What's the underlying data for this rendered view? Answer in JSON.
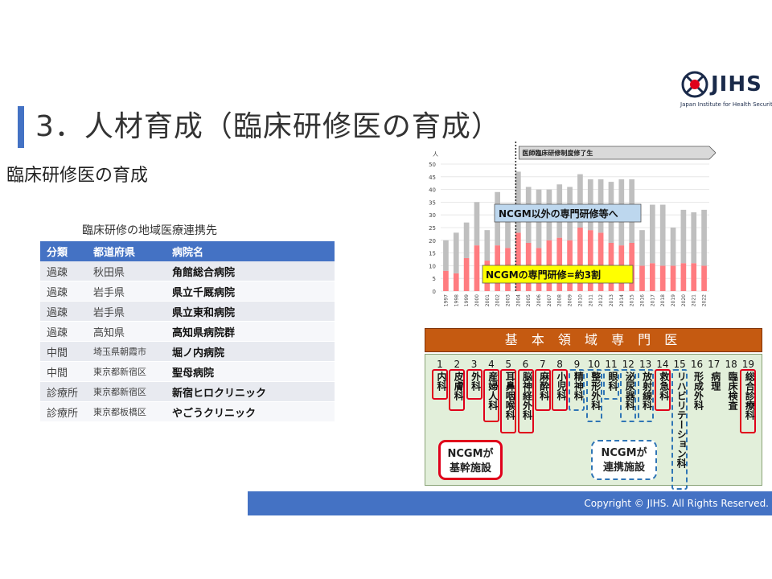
{
  "logo": {
    "name": "JIHS",
    "subtitle": "Japan Institute for Health Security"
  },
  "header": {
    "title": "3．人材育成（臨床研修医の育成）",
    "subtitle": "臨床研修医の育成"
  },
  "table": {
    "caption": "臨床研修の地域医療連携先",
    "columns": [
      "分類",
      "都道府県",
      "病院名"
    ],
    "rows": [
      [
        "過疎",
        "秋田県",
        "角館総合病院"
      ],
      [
        "過疎",
        "岩手県",
        "県立千厩病院"
      ],
      [
        "過疎",
        "岩手県",
        "県立東和病院"
      ],
      [
        "過疎",
        "高知県",
        "高知県病院群"
      ],
      [
        "中間",
        "埼玉県朝霞市",
        "堀ノ内病院"
      ],
      [
        "中間",
        "東京都新宿区",
        "聖母病院"
      ],
      [
        "診療所",
        "東京都新宿区",
        "新宿ヒロクリニック"
      ],
      [
        "診療所",
        "東京都板橋区",
        "やごうクリニック"
      ]
    ]
  },
  "chart_data": {
    "type": "bar",
    "ylabel": "人",
    "ylim": [
      0,
      50
    ],
    "yticks": [
      0,
      5,
      10,
      15,
      20,
      25,
      30,
      35,
      40,
      45,
      50
    ],
    "categories": [
      "1997",
      "1998",
      "1999",
      "2000",
      "2001",
      "2002",
      "2003",
      "2004",
      "2005",
      "2006",
      "2007",
      "2008",
      "2009",
      "2010",
      "2011",
      "2012",
      "2013",
      "2014",
      "2015",
      "2016",
      "2017",
      "2018",
      "2019",
      "2020",
      "2021",
      "2022"
    ],
    "series": [
      {
        "name": "NCGMの専門研修",
        "color": "#ff7c80",
        "values": [
          8,
          7,
          13,
          18,
          12,
          18,
          17,
          23,
          19,
          17,
          20,
          21,
          20,
          25,
          24,
          23,
          19,
          18,
          19,
          10,
          11,
          10,
          10,
          11,
          11,
          10
        ]
      },
      {
        "name": "NCGM以外の専門研修等",
        "color": "#bfbfbf",
        "values": [
          12,
          16,
          14,
          17,
          12,
          21,
          17,
          24,
          22,
          23,
          20,
          21,
          21,
          21,
          20,
          21,
          24,
          26,
          25,
          14,
          23,
          24,
          15,
          21,
          20,
          22
        ]
      }
    ],
    "annotations": [
      "医師臨床研修制度修了生",
      "NCGM以外の専門研修等へ",
      "NCGMの専門研修=約3割"
    ],
    "grid": true
  },
  "specialties": {
    "title": "基 本 領 域 専 門 医",
    "items": [
      {
        "num": "1",
        "name": "内科",
        "type": "core"
      },
      {
        "num": "2",
        "name": "皮膚科",
        "type": "core"
      },
      {
        "num": "3",
        "name": "外科",
        "type": "core"
      },
      {
        "num": "4",
        "name": "産婦人科",
        "type": "core"
      },
      {
        "num": "5",
        "name": "耳鼻咽喉科",
        "type": "core"
      },
      {
        "num": "6",
        "name": "脳神経外科",
        "type": "core"
      },
      {
        "num": "7",
        "name": "麻酔科",
        "type": "core"
      },
      {
        "num": "8",
        "name": "小児科",
        "type": "core"
      },
      {
        "num": "9",
        "name": "精神科",
        "type": "partner"
      },
      {
        "num": "10",
        "name": "整形外科",
        "type": "partner"
      },
      {
        "num": "11",
        "name": "眼科",
        "type": "partner"
      },
      {
        "num": "12",
        "name": "泌尿器科",
        "type": "partner"
      },
      {
        "num": "13",
        "name": "放射線科",
        "type": "partner"
      },
      {
        "num": "14",
        "name": "救急科",
        "type": "core"
      },
      {
        "num": "15",
        "name": "リハビリテーション科",
        "type": "partner"
      },
      {
        "num": "16",
        "name": "形成外科",
        "type": "none"
      },
      {
        "num": "17",
        "name": "病理",
        "type": "none"
      },
      {
        "num": "18",
        "name": "臨床検査",
        "type": "none"
      },
      {
        "num": "19",
        "name": "総合診療科",
        "type": "core"
      }
    ],
    "legend_core": [
      "NCGMが",
      "基幹施設"
    ],
    "legend_partner": [
      "NCGMが",
      "連携施設"
    ]
  },
  "footer": {
    "copyright": "Copyright © JIHS. All Rights Reserved."
  }
}
